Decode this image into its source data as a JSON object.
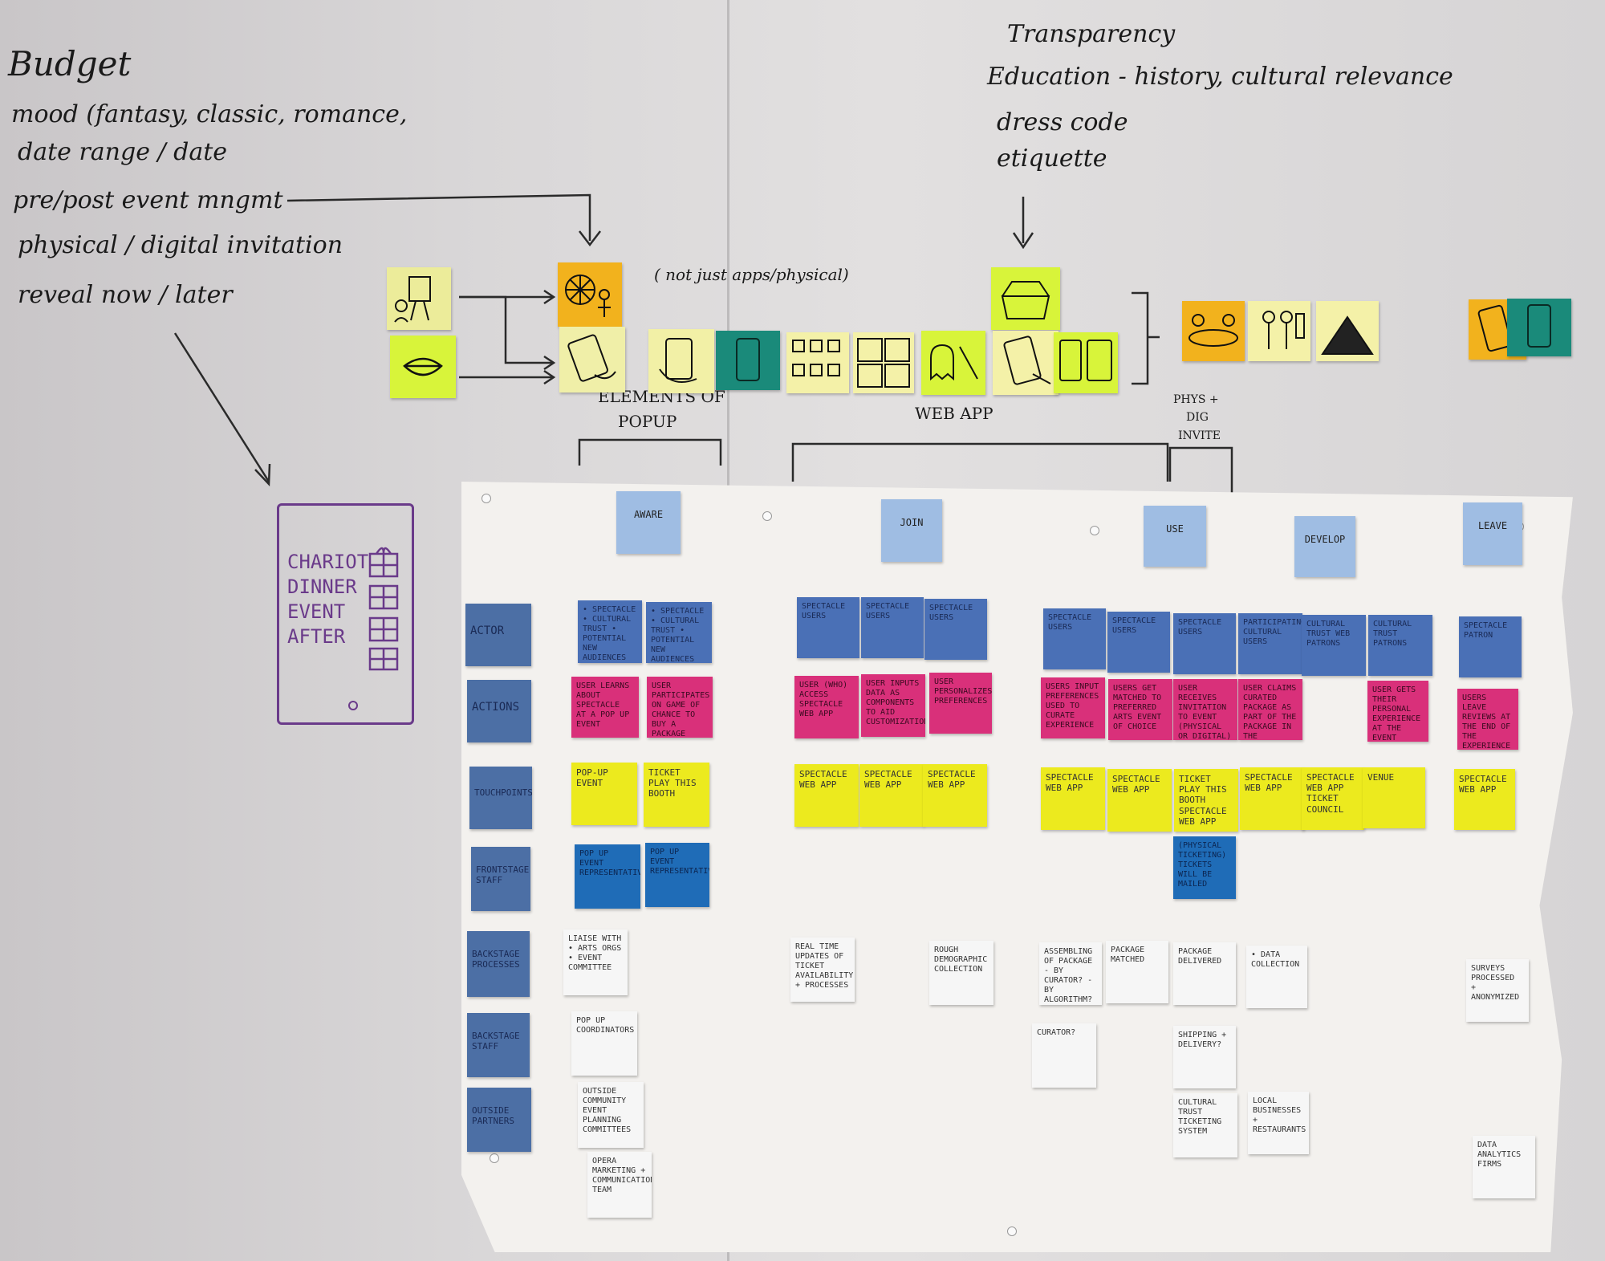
{
  "top_left_notes": [
    "Budget",
    "mood (fantasy, classic, romance,",
    "date range / date",
    "pre/post event mngmt",
    "physical / digital invitation",
    "reveal now / later"
  ],
  "top_right_notes": [
    "Transparency",
    "Education - history, cultural relevance",
    "dress code",
    "etiquette"
  ],
  "annotation_not_just": "( not just apps/physical)",
  "labels": {
    "elements_of_popup_1": "ELEMENTS OF",
    "elements_of_popup_2": "POPUP",
    "web_app": "WEB  APP",
    "phys_dig_1": "PHYS +",
    "phys_dig_2": "DIG",
    "phys_dig_3": "INVITE"
  },
  "phone_sketch": [
    "CHARIOT",
    "DINNER",
    "EVENT",
    "AFTER"
  ],
  "phases": [
    "AWARE",
    "JOIN",
    "USE",
    "DEVELOP",
    "LEAVE"
  ],
  "rows": [
    "ACTOR",
    "ACTIONS",
    "TOUCHPOINTS",
    "FRONTSTAGE STAFF",
    "BACKSTAGE PROCESSES",
    "BACKSTAGE STAFF",
    "OUTSIDE PARTNERS"
  ],
  "actor_notes": [
    "• SPECTACLE • CULTURAL TRUST • POTENTIAL NEW AUDIENCES",
    "• SPECTACLE • CULTURAL TRUST • POTENTIAL NEW AUDIENCES",
    "SPECTACLE USERS",
    "SPECTACLE USERS",
    "SPECTACLE USERS",
    "SPECTACLE USERS",
    "SPECTACLE USERS",
    "SPECTACLE USERS",
    "PARTICIPATING CULTURAL USERS",
    "CULTURAL TRUST WEB PATRONS",
    "CULTURAL TRUST PATRONS",
    "SPECTACLE PATRON"
  ],
  "action_notes": [
    "USER LEARNS ABOUT SPECTACLE AT A POP UP EVENT",
    "USER PARTICIPATES ON GAME OF CHANCE TO BUY A PACKAGE",
    "USER (WHO) ACCESS SPECTACLE WEB APP",
    "USER INPUTS DATA AS COMPONENTS TO AID CUSTOMIZATION",
    "USER PERSONALIZES PREFERENCES",
    "USERS INPUT PREFERENCES USED TO CURATE EXPERIENCE",
    "USERS GET MATCHED TO PREFERRED ARTS EVENT OF CHOICE",
    "USER RECEIVES INVITATION TO EVENT (PHYSICAL OR DIGITAL)",
    "USER CLAIMS CURATED PACKAGE AS PART OF THE PACKAGE IN THE RESERVATION",
    "USER GETS THEIR PERSONAL EXPERIENCE AT THE EVENT",
    "USERS LEAVE REVIEWS AT THE END OF THE EXPERIENCE"
  ],
  "touchpoint_notes": [
    "POP-UP EVENT",
    "TICKET PLAY THIS BOOTH",
    "SPECTACLE WEB APP",
    "SPECTACLE WEB APP",
    "SPECTACLE WEB APP",
    "SPECTACLE WEB APP",
    "SPECTACLE WEB APP",
    "TICKET PLAY THIS BOOTH SPECTACLE WEB APP",
    "SPECTACLE WEB APP",
    "SPECTACLE WEB APP TICKET COUNCIL",
    "VENUE",
    "SPECTACLE WEB APP"
  ],
  "frontstage_notes": [
    "POP UP EVENT REPRESENTATIVE",
    "POP UP EVENT REPRESENTATIVE",
    "(PHYSICAL TICKETING) TICKETS WILL BE MAILED"
  ],
  "backstage_process_notes": [
    "LIAISE WITH • ARTS ORGS • EVENT COMMITTEE",
    "REAL TIME UPDATES OF TICKET AVAILABILITY + PROCESSES",
    "ROUGH DEMOGRAPHIC COLLECTION",
    "ASSEMBLING OF PACKAGE - BY CURATOR? - BY ALGORITHM?",
    "PACKAGE MATCHED",
    "PACKAGE DELIVERED",
    "• DATA COLLECTION",
    "SURVEYS PROCESSED + ANONYMIZED"
  ],
  "backstage_staff_notes": [
    "POP UP COORDINATORS",
    "CURATOR?",
    "SHIPPING + DELIVERY?"
  ],
  "outside_partner_notes": [
    "OUTSIDE COMMUNITY EVENT PLANNING COMMITTEES",
    "OPERA MARKETING + COMMUNICATION TEAM",
    "CULTURAL TRUST TICKETING SYSTEM",
    "LOCAL BUSINESSES + RESTAURANTS",
    "DATA ANALYTICS FIRMS"
  ]
}
